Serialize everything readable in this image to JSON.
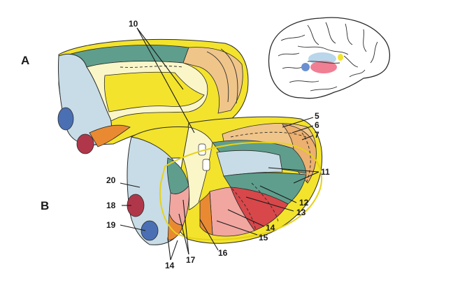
{
  "panels": {
    "a": "A",
    "b": "B"
  },
  "labels": {
    "l5": "5",
    "l6": "6",
    "l7": "7",
    "l10": "10",
    "l11": "11",
    "l12": "12",
    "l13": "13",
    "l14_right": "14",
    "l14_bottom": "14",
    "l15": "15",
    "l16": "16",
    "l17": "17",
    "l18": "18",
    "l19": "19",
    "l20": "20"
  },
  "colors": {
    "yellow": "#f3e32c",
    "teal": "#5f9e8c",
    "pale_blue": "#c7dce6",
    "cream": "#f7f2dc",
    "peach": "#f0c58a",
    "orange": "#e98a32",
    "red": "#d8474a",
    "pink": "#f1a6a0",
    "navy": "#4b6fb3",
    "maroon": "#b0374a"
  }
}
